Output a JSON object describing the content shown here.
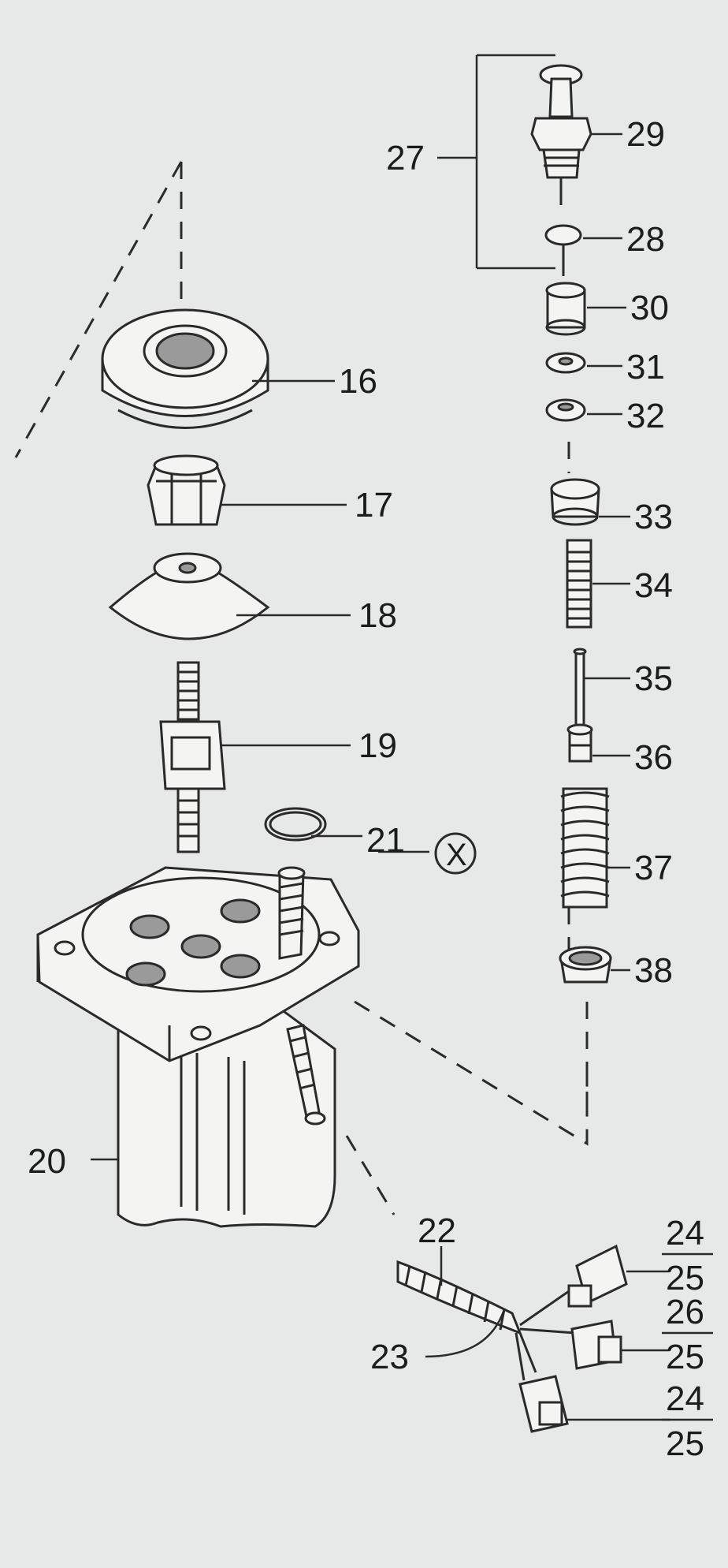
{
  "callouts": {
    "c16": "16",
    "c17": "17",
    "c18": "18",
    "c19": "19",
    "c20": "20",
    "c21": "21",
    "c21_mark": "X",
    "c22": "22",
    "c23": "23",
    "c27": "27",
    "c28": "28",
    "c29": "29",
    "c30": "30",
    "c31": "31",
    "c32": "32",
    "c33": "33",
    "c34": "34",
    "c35": "35",
    "c36": "36",
    "c37": "37",
    "c38": "38",
    "conn1_top": "24",
    "conn1_bottom": "25",
    "conn2_top": "26",
    "conn2_bottom": "25",
    "conn3_top": "24",
    "conn3_bottom": "25"
  }
}
